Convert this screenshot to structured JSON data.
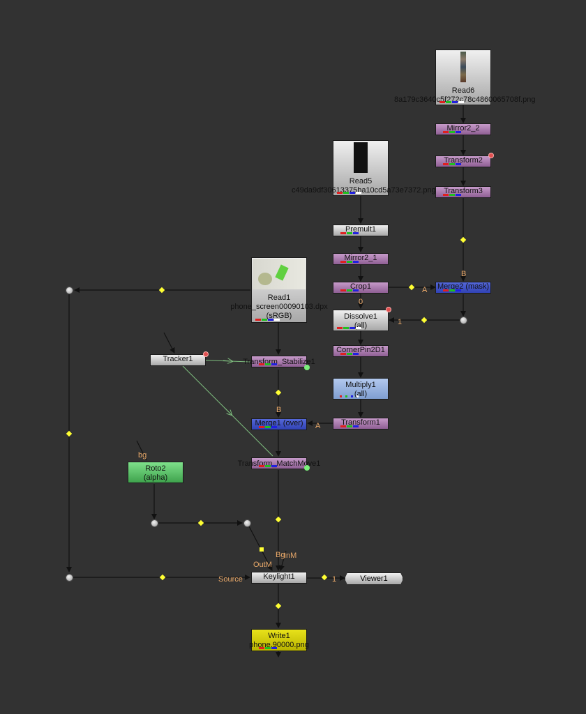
{
  "app": "Nuke Node Graph",
  "colors": {
    "background": "#323232",
    "wire": "#111111",
    "wire_tracker_link": "#7fbf7f",
    "dot_handle": "#ffff33",
    "pin_label": "#e8a869"
  },
  "nodes": {
    "read6": {
      "name": "Read6",
      "file": "8a179c3640c5f272c78c4860065708f.png"
    },
    "mirror2_2": {
      "name": "Mirror2_2"
    },
    "transform2": {
      "name": "Transform2"
    },
    "transform3": {
      "name": "Transform3"
    },
    "read5": {
      "name": "Read5",
      "file": "c49da9df30613375ba10cd5a73e7372.png"
    },
    "premult1": {
      "name": "Premult1"
    },
    "mirror2_1": {
      "name": "Mirror2_1"
    },
    "crop1": {
      "name": "Crop1"
    },
    "merge2": {
      "name": "Merge2 (mask)"
    },
    "dissolve1": {
      "name": "Dissolve1",
      "sub": "(all)"
    },
    "cornerpin": {
      "name": "CornerPin2D1"
    },
    "multiply1": {
      "name": "Multiply1",
      "sub": "(all)"
    },
    "transform1": {
      "name": "Transform1"
    },
    "read1": {
      "name": "Read1",
      "file": "phone_screen00090103.dpx",
      "sub": "(sRGB)"
    },
    "tracker1": {
      "name": "Tracker1"
    },
    "stabilize": {
      "name": "Transform_Stabilize1"
    },
    "merge1": {
      "name": "Merge1 (over)"
    },
    "matchmove": {
      "name": "Transform_MatchMove1"
    },
    "roto2": {
      "name": "Roto2",
      "sub": "(alpha)"
    },
    "keylight1": {
      "name": "Keylight1"
    },
    "viewer1": {
      "name": "Viewer1"
    },
    "write1": {
      "name": "Write1",
      "file": "phone.90000.png"
    }
  },
  "pins": {
    "merge2_b": "B",
    "merge2_a": "A",
    "dissolve_0": "0",
    "dissolve_1": "1",
    "merge1_b": "B",
    "merge1_a": "A",
    "roto_bg": "bg",
    "key_outm": "OutM",
    "key_b": "Bg",
    "key_inm": "InM",
    "key_source": "Source",
    "viewer_1": "1"
  }
}
